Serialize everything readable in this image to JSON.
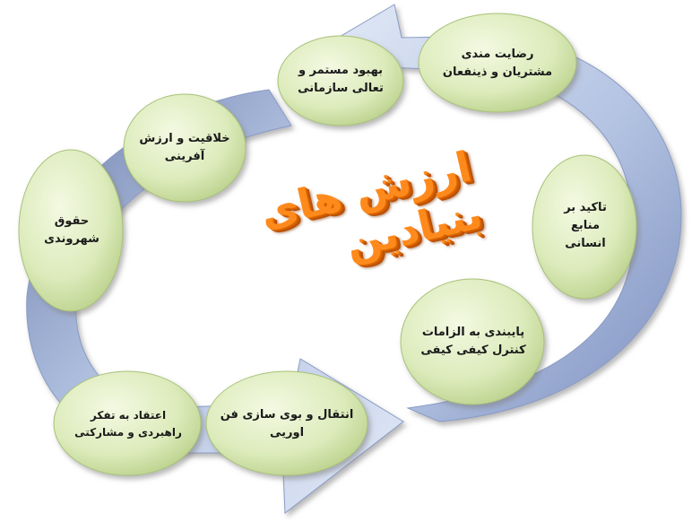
{
  "title": "ارزش های بنیادین",
  "nodes": {
    "customer_satisfaction": {
      "line1": "رضایت مندی",
      "line2": "مشتریان و ذینفعان"
    },
    "continuous_improvement": {
      "line1": "بهبود مستمر  و",
      "line2": "تعالی سازمانی"
    },
    "creativity": {
      "line1": "خلاقیت و ارزش",
      "line2": "آفرینی"
    },
    "citizenship_rights": {
      "line1": "حقوق",
      "line2": "شهروندی"
    },
    "participatory_leadership": {
      "line1": "اعتقاد به تفکر",
      "line2": "راهبردی و مشارکتی"
    },
    "technology_transfer": {
      "line1": "انتقال و بوی سازی فن",
      "line2": "اوریی"
    },
    "quality_control": {
      "line1": "پایبندی به الزامات",
      "line2": "کنترل کیفی کیفی"
    },
    "human_resources": {
      "line1": "تاکید بر",
      "line2": "منابع",
      "line3": "انسانی"
    }
  },
  "colors": {
    "arrow_light": "#dde6f5",
    "arrow_mid": "#9fb3d8",
    "arrow_dark": "#5e6f9c",
    "node_light": "#f3f9df",
    "node_dark": "#b7cf86",
    "title": "#ff8a1c"
  }
}
